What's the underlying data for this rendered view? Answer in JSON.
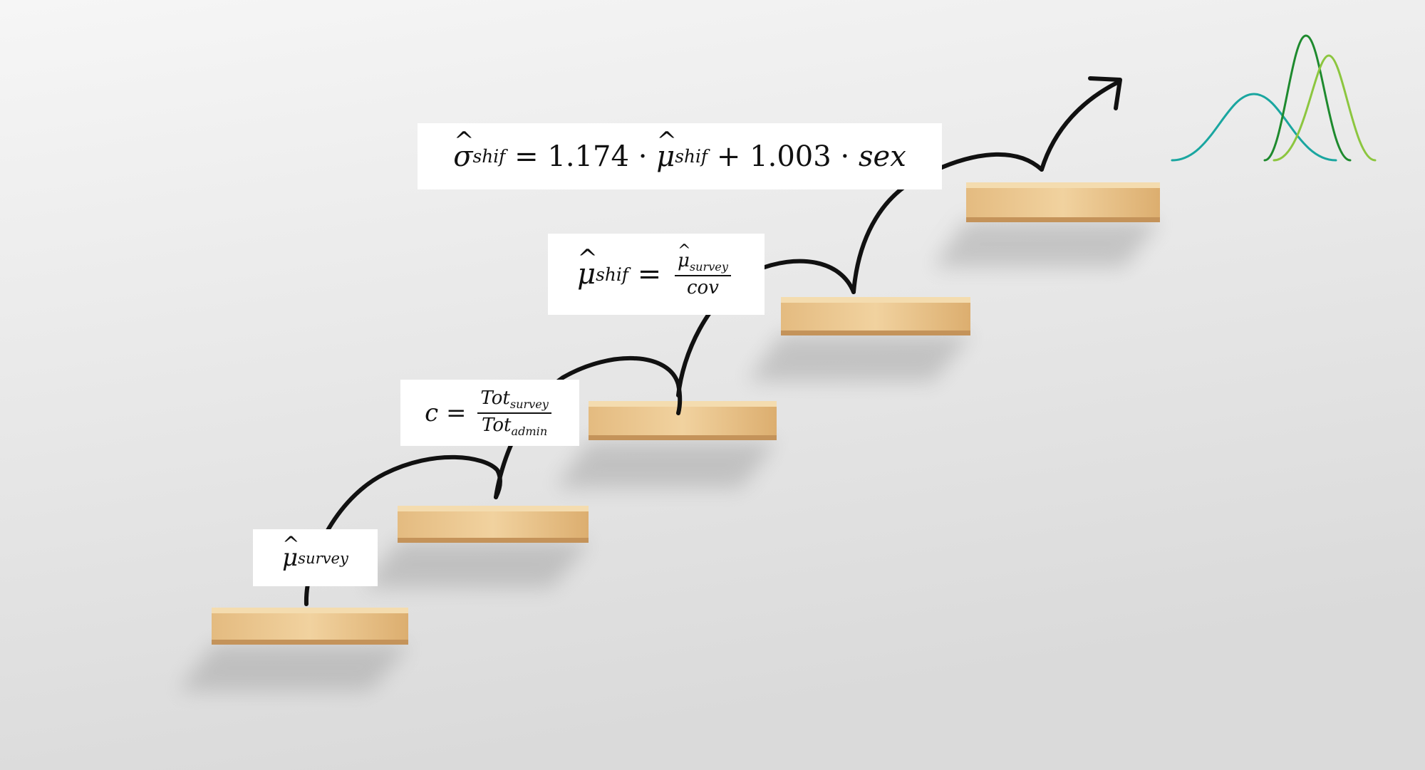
{
  "scene": {
    "background_top": "#f4f4f4",
    "background_bottom": "#dcdcdc",
    "wood_light": "#e9c68f",
    "wood_dark": "#c99a5b",
    "arrow_color": "#111111",
    "logo_colors": [
      "#1aa6a0",
      "#1e8a2e",
      "#8cc63f"
    ]
  },
  "equations": {
    "step1": {
      "mu": "μ",
      "sub": "survey"
    },
    "step2": {
      "lhs": "c",
      "eq": "=",
      "num_base": "Tot",
      "num_sub": "survey",
      "den_base": "Tot",
      "den_sub": "admin"
    },
    "step3": {
      "mu": "μ",
      "lhs_sub": "shif",
      "eq": "=",
      "num_mu": "μ",
      "num_sub": "survey",
      "den": "cov"
    },
    "step4": {
      "sigma": "σ",
      "lhs_sub": "shif",
      "eq": "=",
      "coef1": "1.174",
      "dot1": "·",
      "mu": "μ",
      "mu_sub": "shif",
      "plus": "+",
      "coef2": "1.003",
      "dot2": "·",
      "var": "sex"
    }
  }
}
